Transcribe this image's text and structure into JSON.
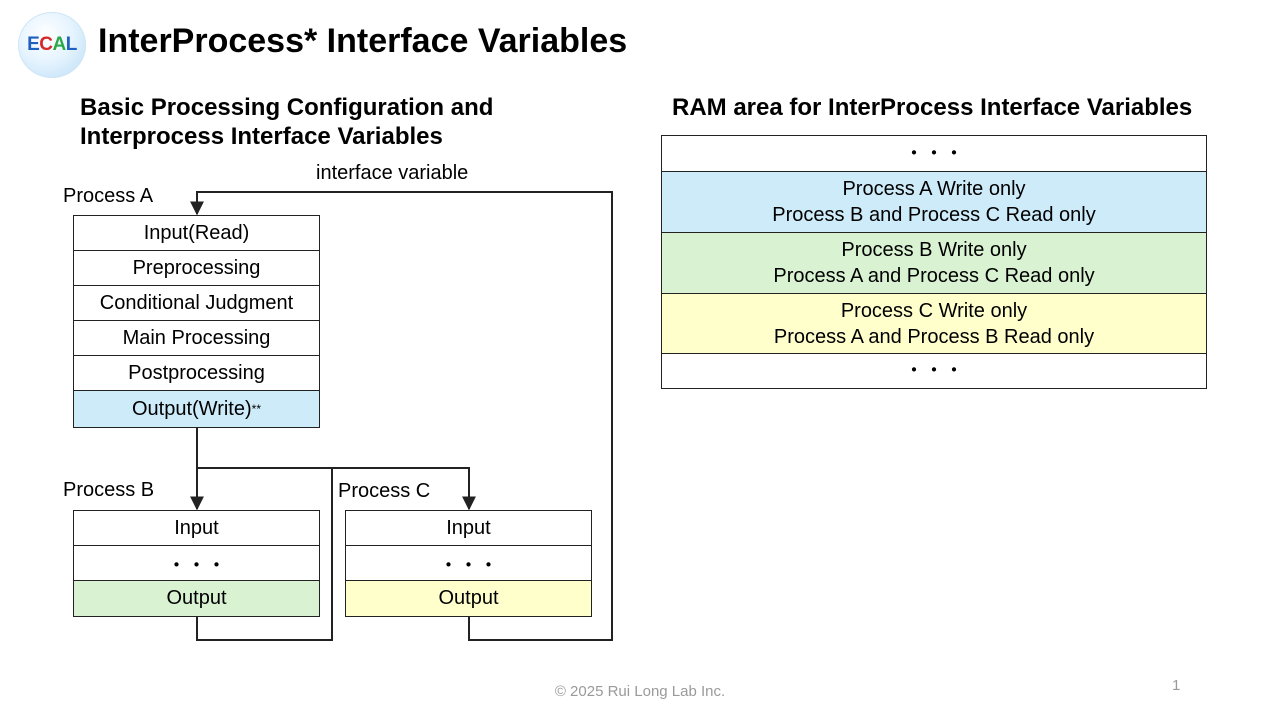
{
  "logo": {
    "letters": [
      "E",
      "C",
      "A",
      "L"
    ],
    "colors": [
      "#1f5fbf",
      "#d62828",
      "#2aa84a",
      "#1f5fbf"
    ]
  },
  "title": "InterProcess* Interface Variables",
  "left_heading": {
    "line1": "Basic Processing Configuration and",
    "line2": "Interprocess Interface Variables"
  },
  "interface_variable_label": "interface variable",
  "process_a": {
    "label": "Process A",
    "steps": [
      "Input(Read)",
      "Preprocessing",
      "Conditional Judgment",
      "Main Processing",
      "Postprocessing"
    ],
    "output": "Output(Write)",
    "output_sup": "**"
  },
  "process_b": {
    "label": "Process B",
    "input": "Input",
    "dots": "・・・",
    "output": "Output"
  },
  "process_c": {
    "label": "Process C",
    "input": "Input",
    "dots": "・・・",
    "output": "Output"
  },
  "ram": {
    "heading": "RAM area for InterProcess Interface Variables",
    "top_dots": "・・・",
    "rows": [
      {
        "line1": "Process A Write only",
        "line2": "Process B and Process C Read only",
        "color": "#cdebf9"
      },
      {
        "line1": "Process B Write only",
        "line2": "Process A and Process C Read only",
        "color": "#d9f2d1"
      },
      {
        "line1": "Process C Write only",
        "line2": "Process A and Process B Read only",
        "color": "#ffffcc"
      }
    ],
    "bottom_dots": "・・・"
  },
  "footer": "© 2025 Rui Long Lab Inc.",
  "page_number": "1"
}
